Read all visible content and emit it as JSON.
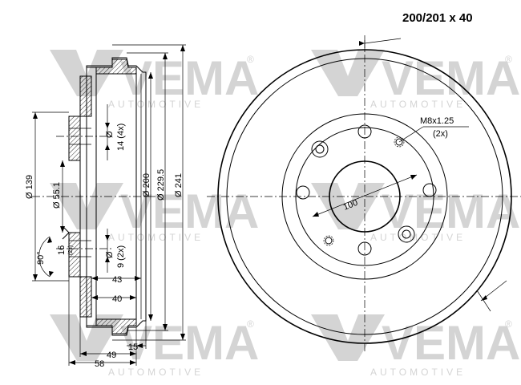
{
  "title": "200/201 x 40",
  "watermark": {
    "brand": "VEMA",
    "subtitle": "AUTOMOTIVE",
    "registered": "®",
    "color": "#d4d4d4"
  },
  "side_view": {
    "dims": {
      "d139": "Ø 139",
      "d55_1": "Ø 55.1",
      "d200": "Ø 200",
      "d229_5": "Ø 229.5",
      "d241": "Ø 241",
      "hole14": "Ø",
      "hole14_count": "14 (4x)",
      "hole9": "Ø",
      "hole9_count": "9 (2x)",
      "w43": "43",
      "w40": "40",
      "w15": "15",
      "w49": "49",
      "w58": "58",
      "angle90": "90°",
      "d16": "16",
      "d16_count": "(2x)"
    }
  },
  "front_view": {
    "dims": {
      "pcd": "100",
      "thread": "M8x1.25",
      "thread_count": "(2x)"
    }
  }
}
